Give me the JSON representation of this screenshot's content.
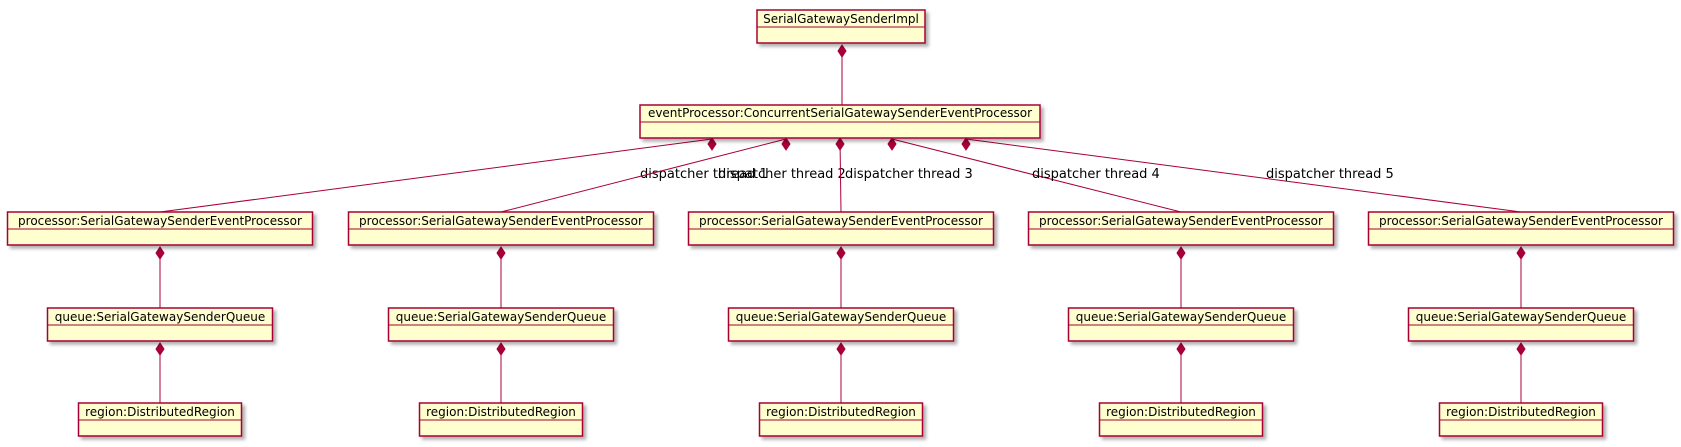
{
  "colors": {
    "box_fill": "#FEFECE",
    "box_border": "#A80036",
    "link": "#A80036",
    "text": "#000000"
  },
  "root": {
    "label": "SerialGatewaySenderImpl"
  },
  "event_processor": {
    "label": "eventProcessor:ConcurrentSerialGatewaySenderEventProcessor"
  },
  "threads": [
    {
      "edge_label": "dispatcher thread 1",
      "processor": "processor:SerialGatewaySenderEventProcessor",
      "queue": "queue:SerialGatewaySenderQueue",
      "region": "region:DistributedRegion"
    },
    {
      "edge_label": "dispatcher thread 2",
      "processor": "processor:SerialGatewaySenderEventProcessor",
      "queue": "queue:SerialGatewaySenderQueue",
      "region": "region:DistributedRegion"
    },
    {
      "edge_label": "dispatcher thread 3",
      "processor": "processor:SerialGatewaySenderEventProcessor",
      "queue": "queue:SerialGatewaySenderQueue",
      "region": "region:DistributedRegion"
    },
    {
      "edge_label": "dispatcher thread 4",
      "processor": "processor:SerialGatewaySenderEventProcessor",
      "queue": "queue:SerialGatewaySenderQueue",
      "region": "region:DistributedRegion"
    },
    {
      "edge_label": "dispatcher thread 5",
      "processor": "processor:SerialGatewaySenderEventProcessor",
      "queue": "queue:SerialGatewaySenderQueue",
      "region": "region:DistributedRegion"
    }
  ]
}
